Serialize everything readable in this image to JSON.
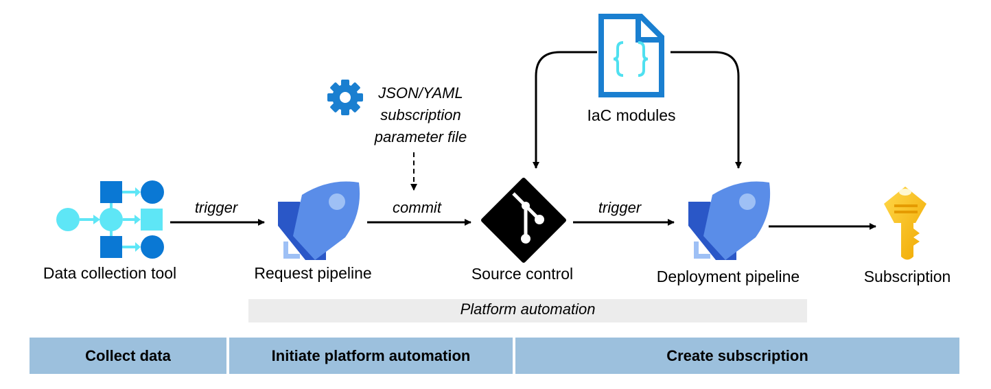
{
  "nodes": {
    "data_collection": {
      "label": "Data collection tool",
      "icon": "data-flow-icon"
    },
    "request_pipeline": {
      "label": "Request pipeline",
      "icon": "pipeline-rocket-icon"
    },
    "source_control": {
      "label": "Source control",
      "icon": "git-icon"
    },
    "deployment_pipeline": {
      "label": "Deployment pipeline",
      "icon": "pipeline-rocket-icon"
    },
    "subscription": {
      "label": "Subscription",
      "icon": "key-icon"
    },
    "iac_modules": {
      "label": "IaC modules",
      "icon": "code-file-icon"
    },
    "parameter_file": {
      "line1": "JSON/YAML",
      "line2": "subscription",
      "line3": "parameter file",
      "icon": "gear-icon"
    }
  },
  "edges": {
    "trigger_1": "trigger",
    "commit": "commit",
    "trigger_2": "trigger"
  },
  "automation_band": "Platform automation",
  "phases": [
    "Collect data",
    "Initiate platform automation",
    "Create subscription"
  ],
  "colors": {
    "phase_bar": "#9cc0dd",
    "automation_band": "#ececec",
    "data_tool_dark": "#0a78d4",
    "data_tool_light": "#5ee6f6",
    "pipeline_dark": "#2a57c7",
    "pipeline_light": "#5a8de8",
    "iac_file": "#1a7fd0",
    "iac_braces": "#4fe0f0",
    "gear": "#1a7fd0",
    "key": "#f5c518"
  }
}
